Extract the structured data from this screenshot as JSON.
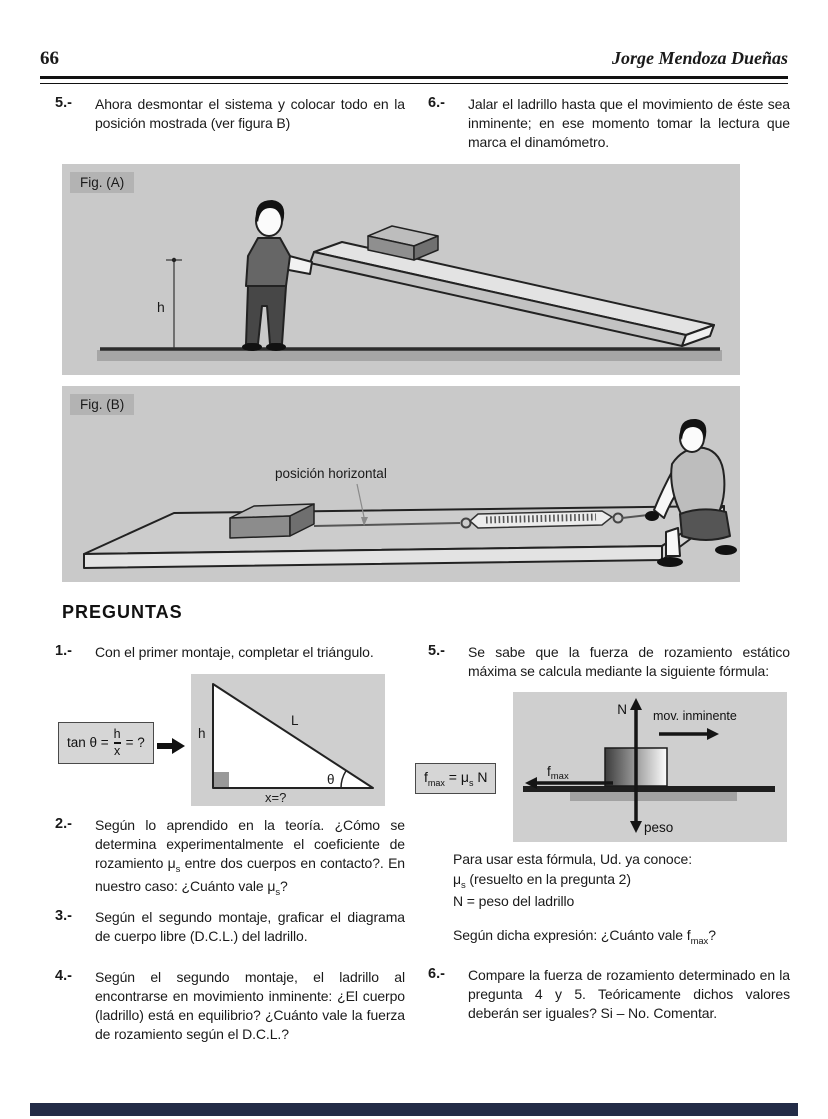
{
  "header": {
    "page_number": "66",
    "author": "Jorge Mendoza Dueñas"
  },
  "intro": [
    {
      "num": "5.-",
      "text": "Ahora desmontar el sistema y colocar todo en la posición mostrada (ver figura B)"
    },
    {
      "num": "6.-",
      "text": "Jalar el ladrillo hasta que el movimiento de éste sea inminente; en ese momento tomar la lectura que marca el dinamómetro."
    }
  ],
  "fig_a": {
    "label": "Fig. (A)",
    "height_label": "h"
  },
  "fig_b": {
    "label": "Fig. (B)",
    "annotation": "posición horizontal"
  },
  "questions": {
    "heading": "PREGUNTAS",
    "q1": {
      "num": "1.-",
      "text": "Con el primer montaje, completar el triángulo."
    },
    "q2": {
      "num": "2.-",
      "parts": [
        {
          "t": "Según lo aprendido en la teoría. ¿Cómo se determina experimentalmente el coeficiente de rozamiento μ"
        },
        {
          "sub": "s"
        },
        {
          "t": " entre dos cuerpos en contacto?. En nuestro caso: ¿Cuánto vale μ"
        },
        {
          "sub": "s"
        },
        {
          "t": "?"
        }
      ]
    },
    "q3": {
      "num": "3.-",
      "text": "Según el segundo montaje, graficar el diagrama de cuerpo libre (D.C.L.) del ladrillo."
    },
    "q4": {
      "num": "4.-",
      "text": "Según el segundo montaje, el ladrillo al encontrarse en movimiento inminente: ¿El cuerpo (ladrillo) está en equilibrio? ¿Cuánto vale la fuerza de rozamiento según el D.C.L.?"
    },
    "q5": {
      "num": "5.-",
      "text": "Se sabe que la fuerza de rozamiento estático máxima se calcula mediante la siguiente fórmula:"
    },
    "q5_notes": {
      "line1": "Para usar esta fórmula, Ud. ya conoce:",
      "line2_parts": [
        {
          "t": "μ"
        },
        {
          "sub": "s"
        },
        {
          "t": " (resuelto en la pregunta 2)"
        }
      ],
      "line3": "N = peso del ladrillo",
      "line4_parts": [
        {
          "t": "Según dicha expresión: ¿Cuánto vale f"
        },
        {
          "sub": "max"
        },
        {
          "t": "?"
        }
      ]
    },
    "q6": {
      "num": "6.-",
      "text": "Compare la fuerza de rozamiento determinado en la pregunta 4 y 5. Teóricamente dichos valores deberán ser iguales? Si – No. Comentar."
    }
  },
  "triangle_fig": {
    "formula": {
      "lhs": "tan θ =",
      "numerator": "h",
      "denominator": "x",
      "rhs": "= ?"
    },
    "labels": {
      "height": "h",
      "hypotenuse": "L",
      "angle": "θ",
      "base": "x=?"
    }
  },
  "fbd_fig": {
    "formula_parts": [
      {
        "t": "f"
      },
      {
        "sub": "max"
      },
      {
        "t": " = μ"
      },
      {
        "sub": "s"
      },
      {
        "t": " N"
      }
    ],
    "labels": {
      "normal": "N",
      "movement": "mov. inminente",
      "friction_f": "f",
      "friction_sub": "max",
      "weight": "peso"
    }
  },
  "colors": {
    "panel_bg": "#c9c9c9",
    "chip_bg": "#b3b3b3",
    "figure_inner_bg": "#cfcfcf",
    "footer_bar": "#232c47"
  }
}
